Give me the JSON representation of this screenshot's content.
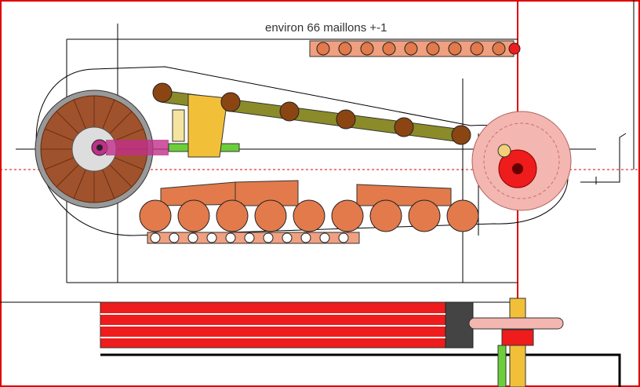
{
  "annotation": {
    "text": "environ 66 maillons +-1"
  },
  "colors": {
    "frame_red": "#e00000",
    "sprocket_wood": "#a0522d",
    "idler_pink": "#f4b6b0",
    "roller_orange": "#e27a4b",
    "arm_olive": "#8b8b2a",
    "link_salmon": "#f0a080",
    "bar_red": "#ee1c1c",
    "hub_magenta": "#c0308a",
    "guide_line": "#000000"
  },
  "icons": [
    "drive-sprocket",
    "tension-idler",
    "road-wheel",
    "track-link",
    "suspension-spring"
  ]
}
